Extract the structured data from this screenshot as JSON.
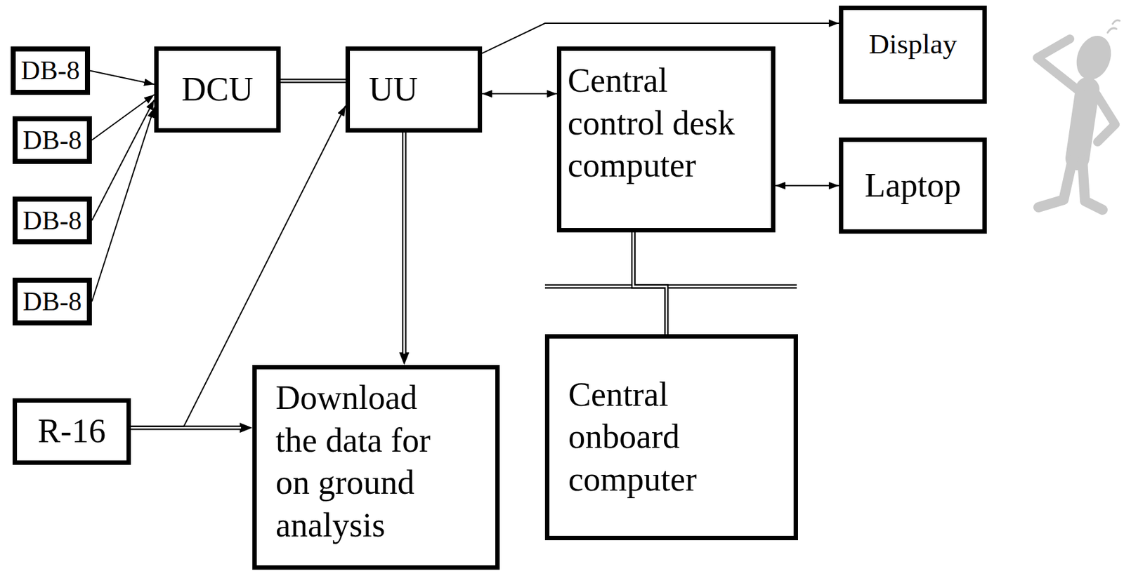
{
  "diagram": {
    "nodes": [
      {
        "text": [
          "DB-8"
        ]
      },
      {
        "text": [
          "DB-8"
        ]
      },
      {
        "text": [
          "DB-8"
        ]
      },
      {
        "text": [
          "DB-8"
        ]
      },
      {
        "text": [
          "DCU"
        ]
      },
      {
        "text": [
          "UU"
        ]
      },
      {
        "text": [
          "Display"
        ]
      },
      {
        "text": [
          "Central control desk computer"
        ]
      },
      {
        "text": [
          "Laptop"
        ]
      },
      {
        "text": [
          "R-16"
        ]
      },
      {
        "text": [
          "Download the data for on ground analysis"
        ]
      },
      {
        "text": [
          "Central onboard computer"
        ]
      }
    ],
    "edges": [
      {
        "from": 0,
        "to": 4,
        "arrow": "to"
      },
      {
        "from": 1,
        "to": 4,
        "arrow": "to"
      },
      {
        "from": 2,
        "to": 4,
        "arrow": "to"
      },
      {
        "from": 3,
        "to": 4,
        "arrow": "to"
      },
      {
        "from": 4,
        "to": 5,
        "arrow": "none"
      },
      {
        "from": 5,
        "to": 6,
        "arrow": "to"
      },
      {
        "from": 5,
        "to": 7,
        "arrow": "both"
      },
      {
        "from": 7,
        "to": 8,
        "arrow": "both"
      },
      {
        "from": 5,
        "to": 10,
        "arrow": "to"
      },
      {
        "from": 9,
        "to": 10,
        "arrow": "to"
      },
      {
        "from": 9,
        "to": 5,
        "arrow": "to"
      },
      {
        "from": 7,
        "to": 11,
        "arrow": "none"
      }
    ]
  }
}
